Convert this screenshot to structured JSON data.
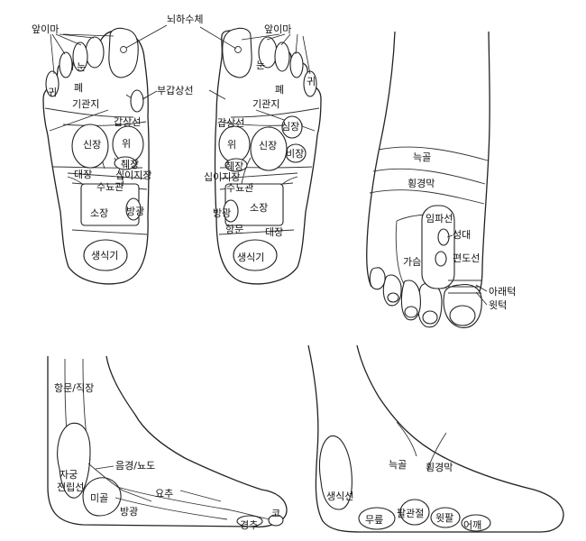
{
  "labels": {
    "sole_left": {
      "sinus": "앞이마",
      "pituitary": "뇌하수체",
      "eye": "눈",
      "ear": "귀",
      "lung": "폐",
      "bronchi": "기관지",
      "parathyroid": "부갑상선",
      "thyroid": "갑상선",
      "kidney": "신장",
      "stomach": "위",
      "pancreas": "췌장",
      "duodenum": "십이지장",
      "colon": "대장",
      "ureter": "수뇨관",
      "small_intestine": "소장",
      "bladder": "방광",
      "genital": "생식기"
    },
    "sole_right": {
      "sinus": "앞이마",
      "eye": "눈",
      "ear": "귀",
      "lung": "폐",
      "bronchi": "기관지",
      "thyroid": "갑상선",
      "heart": "심장",
      "stomach": "위",
      "kidney": "신장",
      "spleen": "비장",
      "pancreas": "췌장",
      "duodenum": "십이지장",
      "ureter": "수뇨관",
      "bladder": "방광",
      "small_intestine": "소장",
      "anus": "항문",
      "colon": "대장",
      "genital": "생식기"
    },
    "top": {
      "rib": "늑골",
      "diaphragm": "횡경막",
      "lymph": "임파선",
      "vocal_cord": "성대",
      "chest": "가슴",
      "tonsil": "편도선",
      "lower_jaw": "아래턱",
      "upper_jaw": "윗턱"
    },
    "inner": {
      "rectum": "항문/직장",
      "urethra": "음경/뇨도",
      "uterus": "자궁",
      "prostate": "전립선",
      "coccyx": "미골",
      "spine": "요추",
      "bladder": "방광",
      "cervical": "경추",
      "nose": "코"
    },
    "outer": {
      "rib": "늑골",
      "diaphragm": "횡경막",
      "genital": "생식선",
      "knee": "무릎",
      "elbow": "팔관절",
      "arm": "윗팔",
      "shoulder": "어깨"
    }
  }
}
